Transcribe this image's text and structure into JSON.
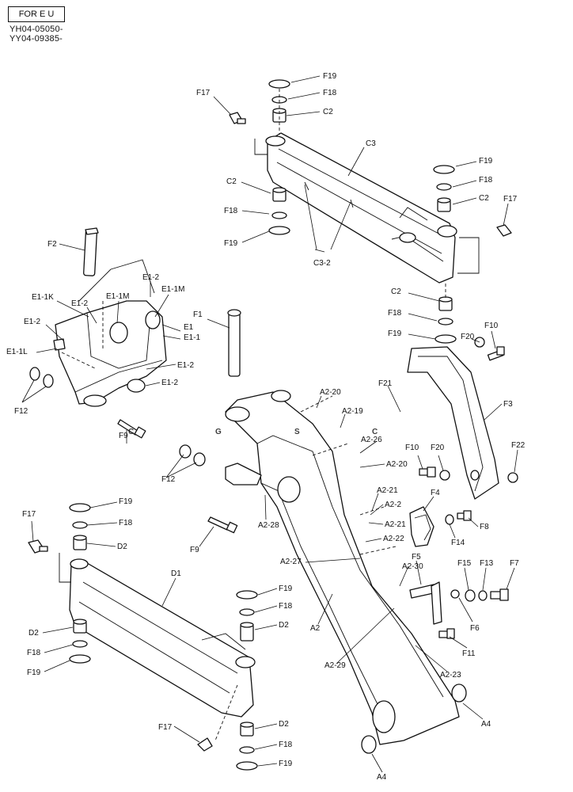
{
  "header": {
    "region_tag": "FOR E U",
    "serial_lines": [
      "YH04-05050-",
      "YY04-09385-"
    ]
  },
  "watermark": {
    "letters": [
      "C",
      "G",
      "S",
      "C"
    ],
    "colors": [
      "#5b9bf5",
      "#f07a6e",
      "#f9d65c",
      "#5fbf8a"
    ]
  },
  "callouts": {
    "F19_top": "F19",
    "F18_top": "F18",
    "C2_top": "C2",
    "F17_top": "F17",
    "C3": "C3",
    "C2_left": "C2",
    "F18_left": "F18",
    "F19_left": "F19",
    "F19_right": "F19",
    "F18_right": "F18",
    "C2_right": "C2",
    "F17_right": "F17",
    "C3_2": "C3-2",
    "C2_low": "C2",
    "F18_low": "F18",
    "F19_low": "F19",
    "F2": "F2",
    "E1_2_a": "E1-2",
    "E1_1M_a": "E1-1M",
    "E1_1K": "E1-1K",
    "E1_2_b": "E1-2",
    "E1_1M_b": "E1-1M",
    "E1": "E1",
    "E1_1": "E1-1",
    "E1_2_c": "E1-2",
    "E1_1L": "E1-1L",
    "E1_2_d": "E1-2",
    "E1_2_e": "E1-2",
    "F12_left": "F12",
    "F9_top": "F9",
    "F1": "F1",
    "A2_20_a": "A2-20",
    "A2_19": "A2-19",
    "F21": "F21",
    "F20_top": "F20",
    "F10_top": "F10",
    "F3": "F3",
    "A2_26": "A2-26",
    "A2_20_b": "A2-20",
    "F10_mid": "F10",
    "F20_mid": "F20",
    "F22": "F22",
    "F12_mid": "F12",
    "A2_28": "A2-28",
    "F9_mid": "F9",
    "A2_21_a": "A2-21",
    "A2_2": "A2-2",
    "A2_21_b": "A2-21",
    "A2_22": "A2-22",
    "F4": "F4",
    "F8": "F8",
    "F14": "F14",
    "A2_27": "A2-27",
    "F5": "F5",
    "A2_30": "A2-30",
    "F15": "F15",
    "F13": "F13",
    "F7": "F7",
    "F6": "F6",
    "F11": "F11",
    "A2": "A2",
    "A2_29": "A2-29",
    "A2_23": "A2-23",
    "A4_a": "A4",
    "A4_b": "A4",
    "F19_d1": "F19",
    "F18_d1": "F18",
    "F17_d1": "F17",
    "D2_d1": "D2",
    "D1": "D1",
    "F19_r": "F19",
    "F18_r": "F18",
    "D2_r": "D2",
    "D2_l": "D2",
    "F18_l": "F18",
    "F19_l": "F19",
    "F17_bot": "F17",
    "D2_bot": "D2",
    "F18_bot": "F18",
    "F19_bot": "F19"
  }
}
